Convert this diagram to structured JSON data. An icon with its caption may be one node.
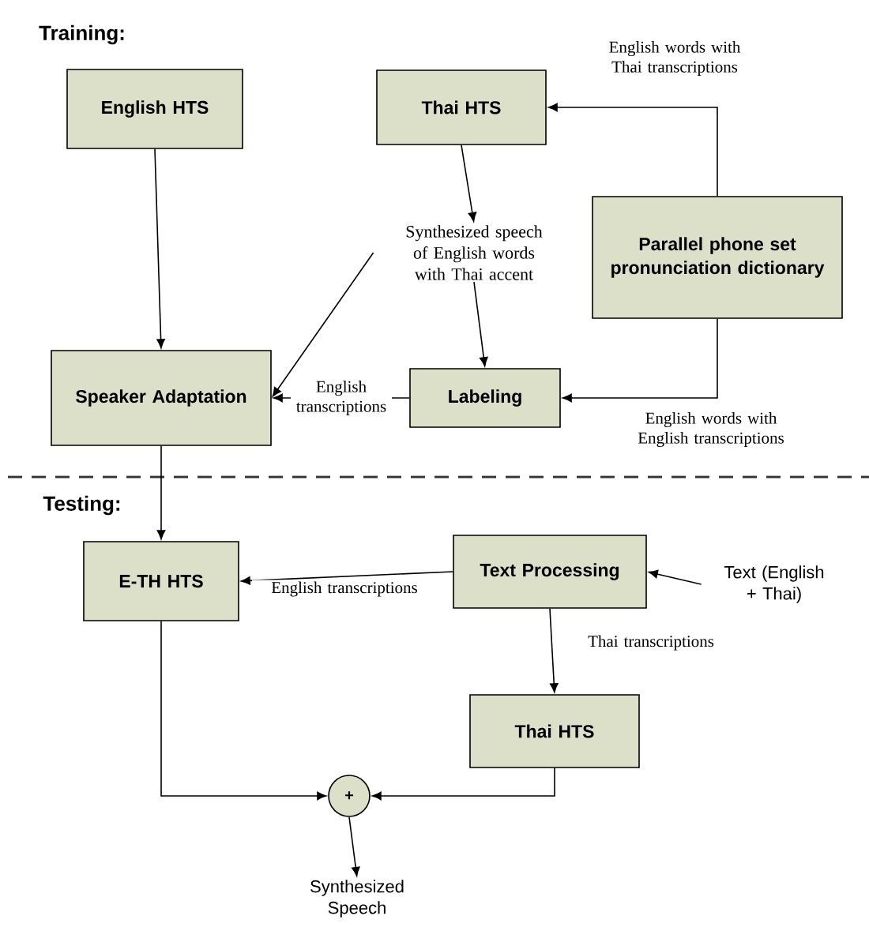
{
  "diagram": {
    "nodes": [
      {
        "text": [
          "English HTS"
        ]
      },
      {
        "text": [
          "Thai HTS"
        ]
      },
      {
        "text": [
          "Parallel phone set pronunciation dictionary"
        ]
      },
      {
        "text": [
          "Synthesized speech of English words with Thai accent"
        ]
      },
      {
        "text": [
          "Speaker Adaptation"
        ]
      },
      {
        "text": [
          "Labeling"
        ]
      },
      {
        "text": [
          "E-TH HTS"
        ]
      },
      {
        "text": [
          "Text Processing"
        ]
      },
      {
        "text": [
          "Text (English + Thai)"
        ]
      },
      {
        "text": [
          "Thai HTS"
        ]
      },
      {
        "text": [
          "+"
        ]
      },
      {
        "text": [
          "Synthesized Speech"
        ]
      }
    ],
    "edges": [
      {
        "from": 0,
        "to": 4,
        "arrow": "to"
      },
      {
        "from": 2,
        "to": 1,
        "arrow": "to",
        "label": "English words with Thai transcriptions"
      },
      {
        "from": 1,
        "to": 3,
        "arrow": "to"
      },
      {
        "from": 3,
        "to": 5,
        "arrow": "to"
      },
      {
        "from": 3,
        "to": 4,
        "arrow": "to"
      },
      {
        "from": 2,
        "to": 5,
        "arrow": "to",
        "label": "English words with English transcriptions"
      },
      {
        "from": 5,
        "to": 4,
        "arrow": "to",
        "label": "English transcriptions"
      },
      {
        "from": 4,
        "to": 6,
        "arrow": "to"
      },
      {
        "from": 7,
        "to": 6,
        "arrow": "to",
        "label": "English transcriptions"
      },
      {
        "from": 8,
        "to": 7,
        "arrow": "to"
      },
      {
        "from": 7,
        "to": 9,
        "arrow": "to",
        "label": "Thai transcriptions"
      },
      {
        "from": 6,
        "to": 10,
        "arrow": "to"
      },
      {
        "from": 9,
        "to": 10,
        "arrow": "to"
      },
      {
        "from": 10,
        "to": 11,
        "arrow": "to"
      }
    ],
    "labels": [
      "Training:",
      "Testing:"
    ]
  }
}
